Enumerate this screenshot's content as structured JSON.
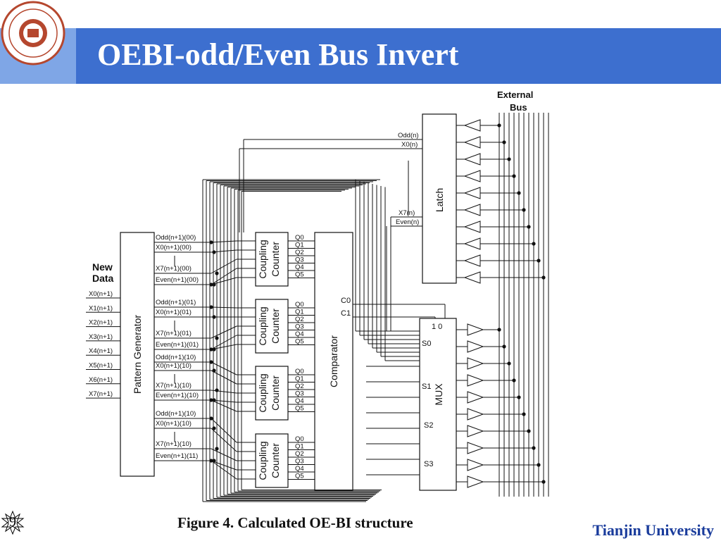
{
  "slide": {
    "title": "OEBI-odd/Even Bus Invert",
    "caption": "Figure 4. Calculated OE-BI structure",
    "footer": "Tianjin University",
    "page_number": "9",
    "logo": {
      "icon": "university-seal-icon",
      "color": "#b5472e"
    }
  },
  "colors": {
    "title_band": "#3d6fcf",
    "title_side": "#7fa6e6",
    "footer_text": "#1a3c9c"
  },
  "diagram": {
    "external_bus_label_1": "External",
    "external_bus_label_2": "Bus",
    "new_data_label_1": "New",
    "new_data_label_2": "Data",
    "inputs": [
      "X0(n+1)",
      "X1(n+1)",
      "X2(n+1)",
      "X3(n+1)",
      "X4(n+1)",
      "X5(n+1)",
      "X6(n+1)",
      "X7(n+1)"
    ],
    "pattern_generator": "Pattern Generator",
    "comparator": "Comparator",
    "latch": "Latch",
    "mux": "MUX",
    "mux_inputs_header": "1 0",
    "mux_selects": [
      "S0",
      "S1",
      "S2",
      "S3"
    ],
    "comparator_outputs": [
      "C0",
      "C1"
    ],
    "latch_inputs": [
      "Odd(n)",
      "X0(n)",
      "X7(n)",
      "Even(n)"
    ],
    "counter_line1": "Coupling",
    "counter_line2": "Counter",
    "counter_outputs": [
      "Q0",
      "Q1",
      "Q2",
      "Q3",
      "Q4",
      "Q5"
    ],
    "groups": [
      {
        "odd": "Odd(n+1)(00)",
        "x0": "X0(n+1)(00)",
        "x7": "X7(n+1)(00)",
        "even": "Even(n+1)(00)"
      },
      {
        "odd": "Odd(n+1)(01)",
        "x0": "X0(n+1)(01)",
        "x7": "X7(n+1)(01)",
        "even": "Even(n+1)(01)"
      },
      {
        "odd": "Odd(n+1)(10)",
        "x0": "X0(n+1)(10)",
        "x7": "X7(n+1)(10)",
        "even": "Even(n+1)(10)"
      },
      {
        "odd": "Odd(n+1)(10)",
        "x0": "X0(n+1)(10)",
        "x7": "X7(n+1)(10)",
        "even": "Even(n+1)(11)"
      }
    ]
  }
}
